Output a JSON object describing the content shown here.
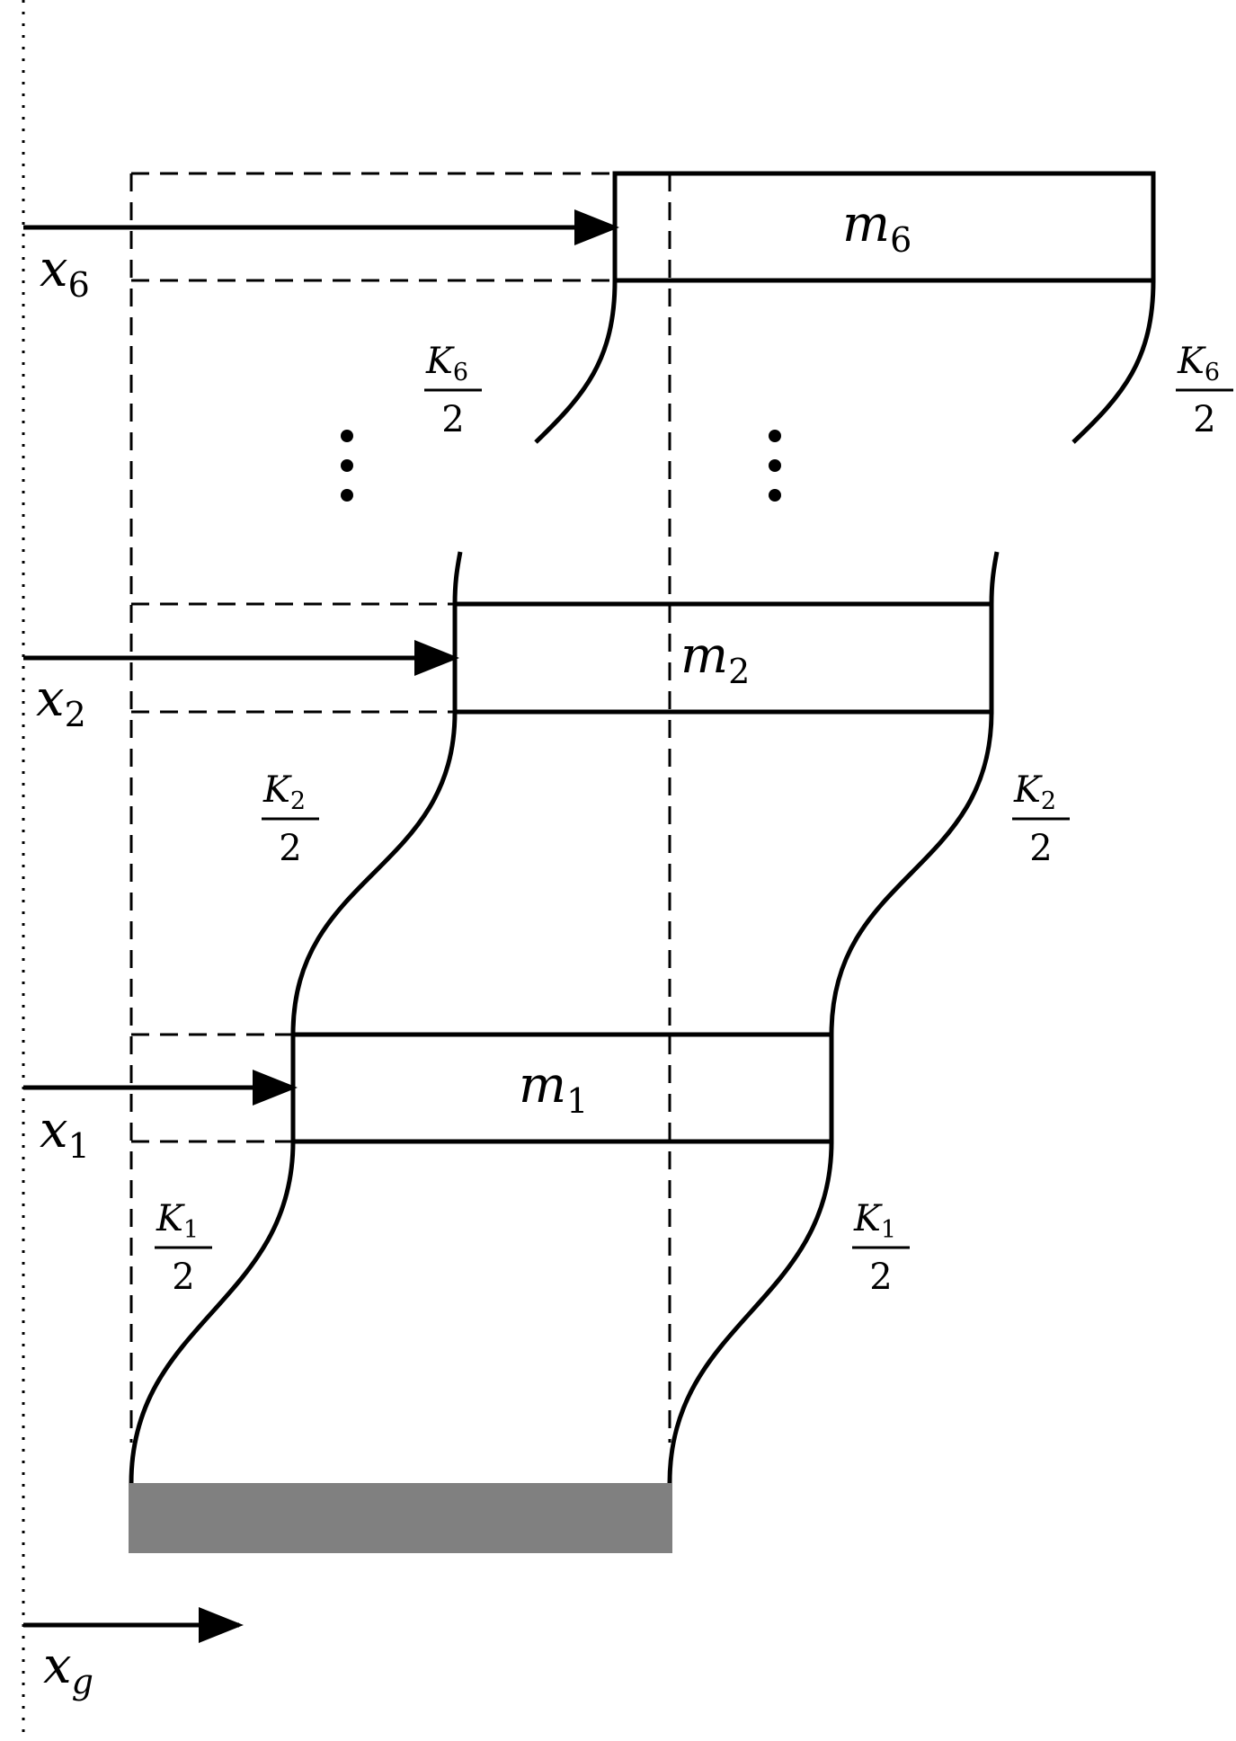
{
  "floors": [
    {
      "mass": {
        "base": "m",
        "sub": "6"
      },
      "disp": {
        "base": "x",
        "sub": "6"
      },
      "stiff": {
        "base": "K",
        "sub": "6",
        "den": "2"
      }
    },
    {
      "mass": {
        "base": "m",
        "sub": "2"
      },
      "disp": {
        "base": "x",
        "sub": "2"
      },
      "stiff": {
        "base": "K",
        "sub": "2",
        "den": "2"
      }
    },
    {
      "mass": {
        "base": "m",
        "sub": "1"
      },
      "disp": {
        "base": "x",
        "sub": "1"
      },
      "stiff": {
        "base": "K",
        "sub": "1",
        "den": "2"
      }
    }
  ],
  "ground": {
    "disp": {
      "base": "x",
      "sub": "g"
    },
    "color": "#808080"
  }
}
